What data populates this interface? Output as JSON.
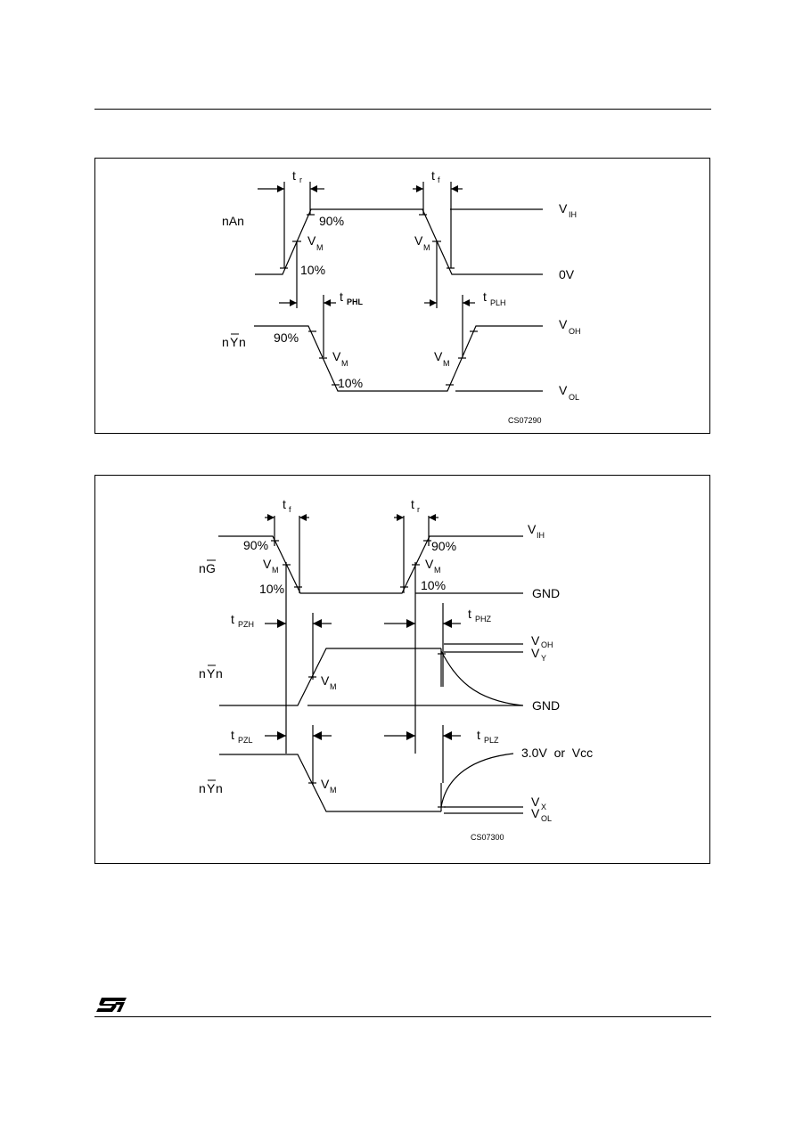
{
  "fig1": {
    "code": "CS07290",
    "signals": {
      "input": "nAn",
      "output_pre": "n",
      "output_bar": "Y",
      "output_post": "n"
    },
    "times": {
      "tr_main": "t",
      "tr_sub": "r",
      "tf_main": "t",
      "tf_sub": "f",
      "tphl_main": "t",
      "tphl_sub": "PHL",
      "tplh_main": "t",
      "tplh_sub": "PLH"
    },
    "pct": {
      "p90_in": "90%",
      "p10_in": "10%",
      "p90_out": "90%",
      "p10_out": "10%"
    },
    "vm": {
      "main": "V",
      "sub": "M"
    },
    "levels": {
      "vih_main": "V",
      "vih_sub": "IH",
      "zero": "0V",
      "voh_main": "V",
      "voh_sub": "OH",
      "vol_main": "V",
      "vol_sub": "OL"
    }
  },
  "fig2": {
    "code": "CS07300",
    "signals": {
      "enable_pre": "n",
      "enable_bar": "G",
      "out1_pre": "n",
      "out1_bar": "Y",
      "out1_post": "n",
      "out2_pre": "n",
      "out2_bar": "Y",
      "out2_post": "n"
    },
    "times": {
      "tf_main": "t",
      "tf_sub": "f",
      "tr_main": "t",
      "tr_sub": "r",
      "tpzh_main": "t",
      "tpzh_sub": "PZH",
      "tphz_main": "t",
      "tphz_sub": "PHZ",
      "tpzl_main": "t",
      "tpzl_sub": "PZL",
      "tplz_main": "t",
      "tplz_sub": "PLZ"
    },
    "pct": {
      "p90_a": "90%",
      "p10_a": "10%",
      "p90_b": "90%",
      "p10_b": "10%"
    },
    "vm": {
      "main": "V",
      "sub": "M"
    },
    "levels": {
      "vih_main": "V",
      "vih_sub": "IH",
      "gnd1": "GND",
      "voh_main": "V",
      "voh_sub": "OH",
      "vy_main": "V",
      "vy_sub": "Y",
      "gnd2": "GND",
      "vcc": "3.0V  or  Vcc",
      "vx_main": "V",
      "vx_sub": "X",
      "vol_main": "V",
      "vol_sub": "OL"
    }
  },
  "footer": {
    "logo_text": "ST"
  }
}
